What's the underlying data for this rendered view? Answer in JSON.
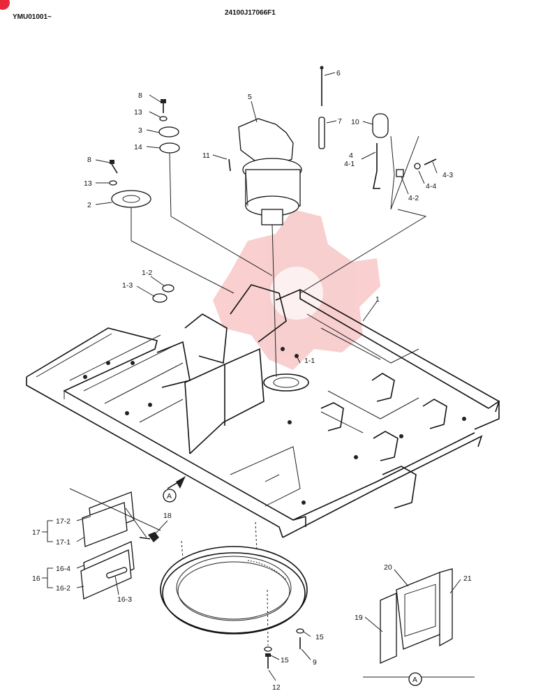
{
  "header": {
    "serial_range": "YMU01001~",
    "drawing_no": "24100J17066F1"
  },
  "watermark": {
    "color": "#f4a8a8"
  },
  "callouts": {
    "c1": "1",
    "c1_1": "1-1",
    "c1_2": "1-2",
    "c1_3": "1-3",
    "c2": "2",
    "c3": "3",
    "c4": "4",
    "c4_1": "4-1",
    "c4_2": "4-2",
    "c4_3": "4-3",
    "c4_4": "4-4",
    "c5": "5",
    "c6": "6",
    "c7": "7",
    "c8a": "8",
    "c8b": "8",
    "c9": "9",
    "c10": "10",
    "c11": "11",
    "c12": "12",
    "c13a": "13",
    "c13b": "13",
    "c14": "14",
    "c15a": "15",
    "c15b": "15",
    "c16": "16",
    "c16_2": "16-2",
    "c16_3": "16-3",
    "c16_4": "16-4",
    "c17": "17",
    "c17_1": "17-1",
    "c17_2": "17-2",
    "c18": "18",
    "c19": "19",
    "c20": "20",
    "c21": "21"
  },
  "view_marker": {
    "label": "A",
    "detail_label": "A"
  }
}
